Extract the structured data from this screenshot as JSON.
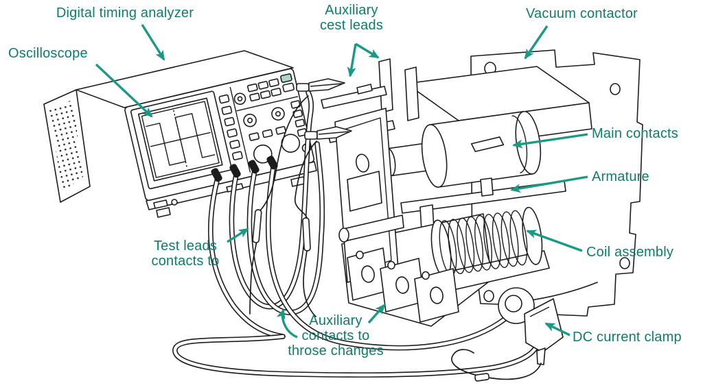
{
  "figure": {
    "colors": {
      "label": "#0c7d6d",
      "arrow": "#189a85",
      "line": "#1c1c1c",
      "paper": "#ffffff",
      "green-button": "#a9d9c4"
    },
    "labels": {
      "digital_timing_analyzer": "Digital timing analyzer",
      "oscilloscope": "Oscilloscope",
      "auxiliary_test_leads": "Auxiliary\ncest leads",
      "vacuum_contactor": "Vacuum contactor",
      "main_contacts": "Main contacts",
      "armature": "Armature",
      "coil_assembly": "Coil assembly",
      "dc_current_clamp": "DC current clamp",
      "test_leads": "Test leads\ncontacts to",
      "auxiliary_contacts": "Auxiliary\ncontacts to\nthrose changes"
    }
  }
}
